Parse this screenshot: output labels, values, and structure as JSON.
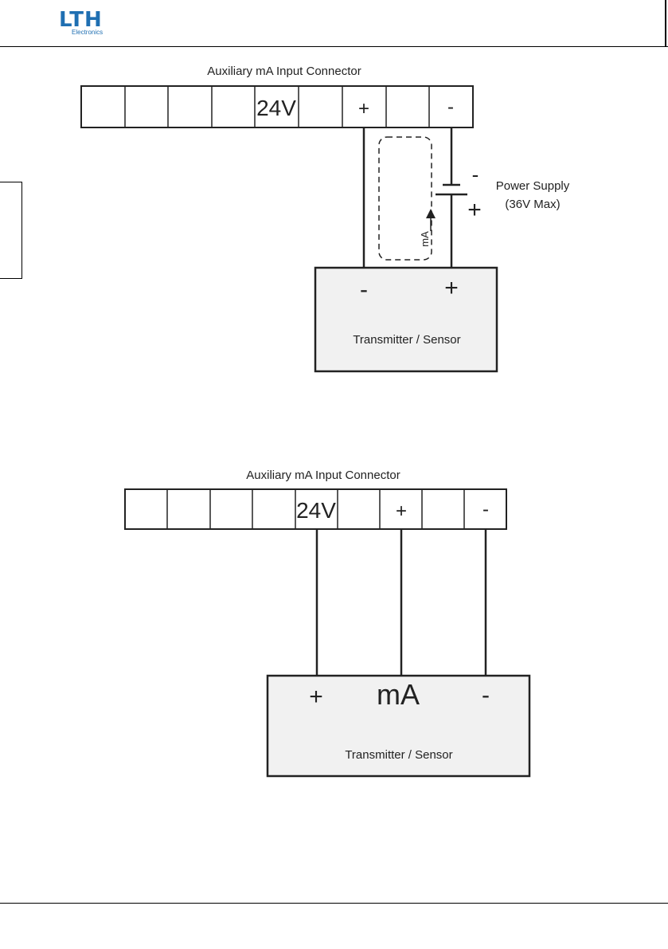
{
  "header": {
    "logo_main": "LTH",
    "logo_sub": "Electronics"
  },
  "diagram1": {
    "connector_title": "Auxiliary mA Input Connector",
    "terminals": [
      "",
      "",
      "",
      "",
      "24V",
      "",
      "+",
      "",
      "-"
    ],
    "power_supply_label": "Power Supply",
    "power_supply_rating": "(36V Max)",
    "battery_minus": "-",
    "battery_plus": "+",
    "current_label": "mA",
    "device_minus": "-",
    "device_plus": "+",
    "device_label": "Transmitter / Sensor"
  },
  "diagram2": {
    "connector_title": "Auxiliary mA Input Connector",
    "terminals": [
      "",
      "",
      "",
      "",
      "24V",
      "",
      "+",
      "",
      "-"
    ],
    "device_plus": "+",
    "device_signal": "mA",
    "device_minus": "-",
    "device_label": "Transmitter / Sensor"
  }
}
